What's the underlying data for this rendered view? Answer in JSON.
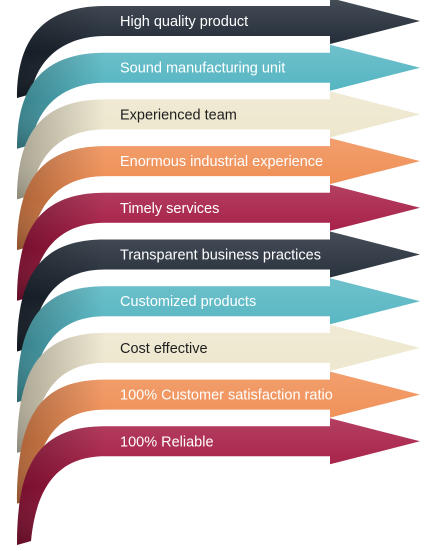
{
  "palette": {
    "dark": "#1d2733",
    "teal": "#4fb3c0",
    "cream": "#ede6cc",
    "orange": "#ef8a4e",
    "crimson": "#a3163f",
    "text_light": "#ffffff",
    "text_dark": "#1e1e1e"
  },
  "ribbons": [
    {
      "label": "High quality product",
      "color": "#1d2733",
      "text_color": "#ffffff"
    },
    {
      "label": "Sound manufacturing unit",
      "color": "#4fb3c0",
      "text_color": "#ffffff"
    },
    {
      "label": "Experienced team",
      "color": "#ede6cc",
      "text_color": "#1e1e1e"
    },
    {
      "label": "Enormous industrial experience",
      "color": "#ef8a4e",
      "text_color": "#ffffff"
    },
    {
      "label": "Timely services",
      "color": "#a3163f",
      "text_color": "#ffffff"
    },
    {
      "label": "Transparent business practices",
      "color": "#1d2733",
      "text_color": "#ffffff"
    },
    {
      "label": "Customized products",
      "color": "#4fb3c0",
      "text_color": "#ffffff"
    },
    {
      "label": "Cost effective",
      "color": "#ede6cc",
      "text_color": "#1e1e1e"
    },
    {
      "label": "100% Customer satisfaction ratio",
      "color": "#ef8a4e",
      "text_color": "#ffffff"
    },
    {
      "label": "100% Reliable",
      "color": "#a3163f",
      "text_color": "#ffffff"
    }
  ]
}
